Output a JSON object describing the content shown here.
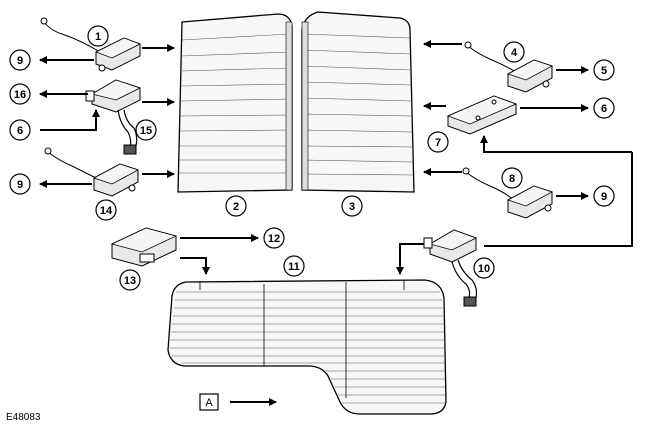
{
  "callouts": {
    "c1": "1",
    "c2": "2",
    "c3": "3",
    "c4": "4",
    "c5": "5",
    "c6a": "6",
    "c6b": "6",
    "c7": "7",
    "c8": "8",
    "c9a": "9",
    "c9b": "9",
    "c9c": "9",
    "c10": "10",
    "c11": "11",
    "c12": "12",
    "c13": "13",
    "c14": "14",
    "c15": "15",
    "c16": "16"
  },
  "view_label": "A",
  "reference_code": "E48083"
}
